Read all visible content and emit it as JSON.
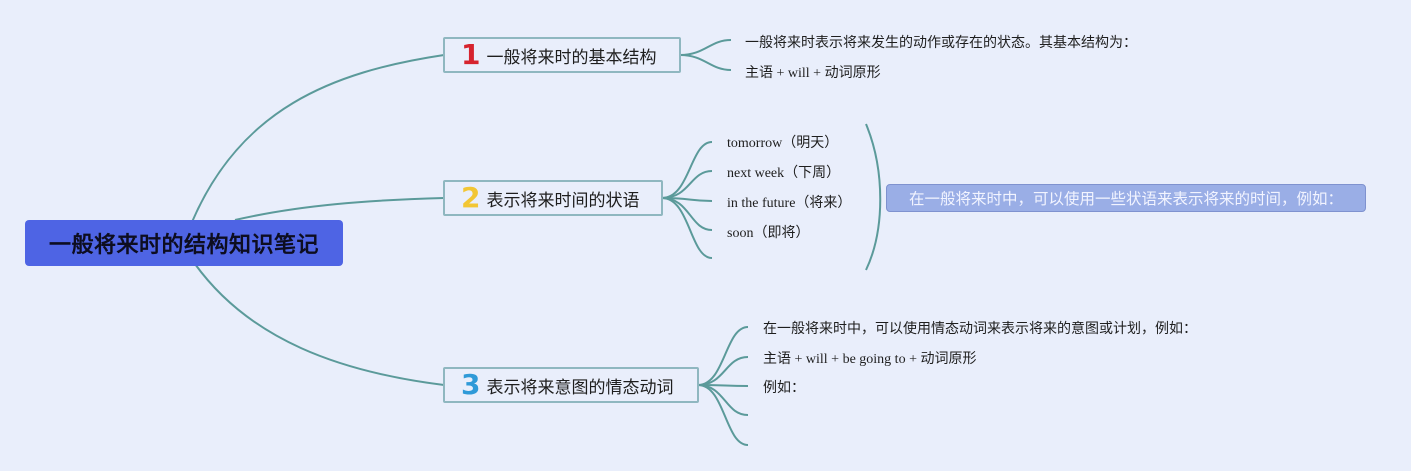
{
  "root": {
    "title": "一般将来时的结构知识笔记"
  },
  "topics": [
    {
      "num": "1",
      "num_color": "#d6232e",
      "label": "一般将来时的基本结构"
    },
    {
      "num": "2",
      "num_color": "#f2c634",
      "label": "表示将来时间的状语"
    },
    {
      "num": "3",
      "num_color": "#2f9ad8",
      "label": "表示将来意图的情态动词"
    }
  ],
  "branch1": {
    "leaves": [
      "一般将来时表示将来发生的动作或存在的状态。其基本结构为：",
      "主语 + will + 动词原形"
    ]
  },
  "branch2": {
    "leaves": [
      "tomorrow（明天）",
      "next week（下周）",
      "in the future（将来）",
      "soon（即将）",
      ""
    ],
    "summary": "在一般将来时中，可以使用一些状语来表示将来的时间，例如："
  },
  "branch3": {
    "leaves": [
      "在一般将来时中，可以使用情态动词来表示将来的意图或计划，例如：",
      "主语 + will + be going to + 动词原形",
      "例如：",
      "",
      ""
    ]
  },
  "colors": {
    "background": "#e9eefb",
    "root": "#4e64e4",
    "line": "#5b9a9a",
    "topic_border": "#8fb7c0",
    "summary": "#9aaee6"
  }
}
